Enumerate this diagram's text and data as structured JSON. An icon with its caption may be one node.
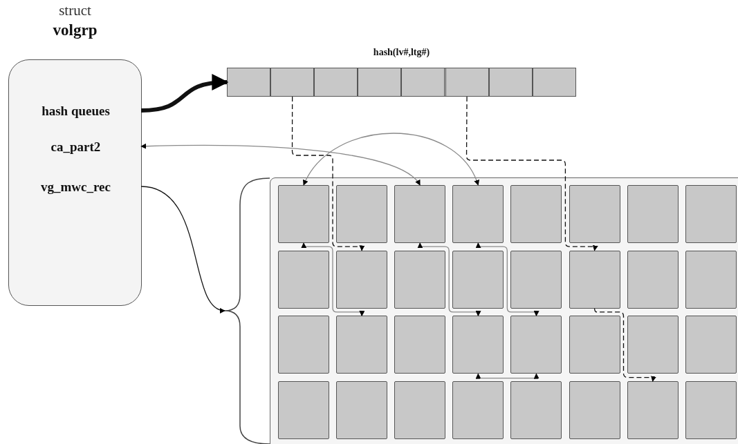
{
  "diagram": {
    "nodes": [
      {
        "text": [
          "struct",
          "volgrp"
        ]
      },
      {
        "text": [
          "hash queues"
        ],
        "in": 0
      },
      {
        "text": [
          "ca_part2"
        ],
        "in": 0
      },
      {
        "text": [
          "vg_mwc_rec"
        ],
        "in": 0
      },
      {
        "text": [
          "hash(lv#,ltg#)"
        ]
      },
      {
        "text": [],
        "shape": "box",
        "in": 4
      },
      {
        "text": [],
        "shape": "box",
        "in": 4
      },
      {
        "text": [],
        "shape": "box",
        "in": 4
      },
      {
        "text": [],
        "shape": "box",
        "in": 4
      },
      {
        "text": [],
        "shape": "box",
        "in": 4
      },
      {
        "text": [],
        "shape": "box",
        "in": 4
      },
      {
        "text": [],
        "shape": "box",
        "in": 4
      },
      {
        "text": [],
        "shape": "box",
        "in": 4
      },
      {
        "text": [],
        "shape": "box"
      },
      {
        "text": [],
        "shape": "box",
        "in": 13
      },
      {
        "text": [],
        "shape": "box",
        "in": 13
      },
      {
        "text": [],
        "shape": "box",
        "in": 13
      },
      {
        "text": [],
        "shape": "box",
        "in": 13
      },
      {
        "text": [],
        "shape": "box",
        "in": 13
      },
      {
        "text": [],
        "shape": "box",
        "in": 13
      },
      {
        "text": [],
        "shape": "box",
        "in": 13
      },
      {
        "text": [],
        "shape": "box",
        "in": 13
      },
      {
        "text": [],
        "shape": "box",
        "in": 13
      },
      {
        "text": [],
        "shape": "box",
        "in": 13
      },
      {
        "text": [],
        "shape": "box",
        "in": 13
      },
      {
        "text": [],
        "shape": "box",
        "in": 13
      },
      {
        "text": [],
        "shape": "box",
        "in": 13
      },
      {
        "text": [],
        "shape": "box",
        "in": 13
      },
      {
        "text": [],
        "shape": "box",
        "in": 13
      },
      {
        "text": [],
        "shape": "box",
        "in": 13
      },
      {
        "text": [],
        "shape": "box",
        "in": 13
      },
      {
        "text": [],
        "shape": "box",
        "in": 13
      },
      {
        "text": [],
        "shape": "box",
        "in": 13
      },
      {
        "text": [],
        "shape": "box",
        "in": 13
      },
      {
        "text": [],
        "shape": "box",
        "in": 13
      },
      {
        "text": [],
        "shape": "box",
        "in": 13
      },
      {
        "text": [],
        "shape": "box",
        "in": 13
      },
      {
        "text": [],
        "shape": "box",
        "in": 13
      },
      {
        "text": [],
        "shape": "box",
        "in": 13
      },
      {
        "text": [],
        "shape": "box",
        "in": 13
      },
      {
        "text": [],
        "shape": "box",
        "in": 13
      },
      {
        "text": [],
        "shape": "box",
        "in": 13
      },
      {
        "text": [],
        "shape": "box",
        "in": 13
      },
      {
        "text": [],
        "shape": "box",
        "in": 13
      },
      {
        "text": [],
        "shape": "box",
        "in": 13
      },
      {
        "text": [],
        "shape": "box",
        "in": 13
      }
    ],
    "edges": [
      {
        "from": 1,
        "to": 4,
        "arrow": "to",
        "style": "thick",
        "color": "#111111"
      },
      {
        "from": 6,
        "to": 23,
        "arrow": "to",
        "style": "dashed",
        "color": "#111111"
      },
      {
        "from": 10,
        "to": 27,
        "arrow": "to",
        "style": "dashed",
        "color": "#111111"
      },
      {
        "from": 2,
        "to": 16,
        "arrow": "both"
      },
      {
        "from": 14,
        "to": 17,
        "arrow": "both"
      },
      {
        "from": 14,
        "to": 31,
        "arrow": "both"
      },
      {
        "from": 16,
        "to": 33,
        "arrow": "both"
      },
      {
        "from": 17,
        "to": 34,
        "arrow": "both"
      },
      {
        "from": 27,
        "to": 44,
        "arrow": "to",
        "style": "dashed",
        "color": "#111111"
      },
      {
        "from": 33,
        "to": 34,
        "arrow": "both"
      },
      {
        "from": 3,
        "to": 13,
        "arrow": "to",
        "color": "#111111"
      }
    ]
  }
}
